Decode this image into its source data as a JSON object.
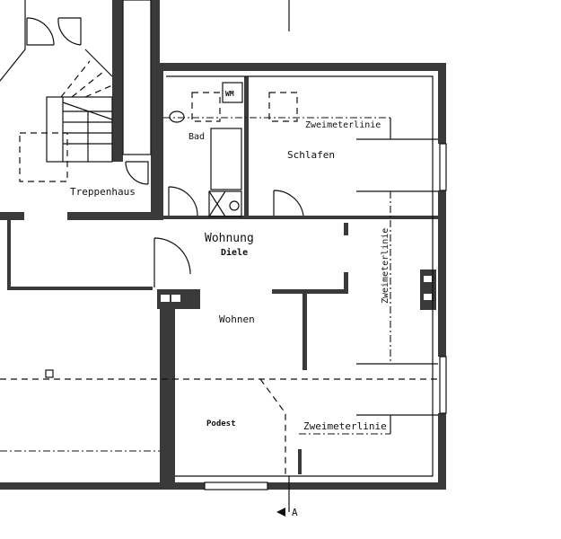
{
  "plan": {
    "rooms": {
      "stairwell": "Treppenhaus",
      "bath": "Bad",
      "washer": "WM",
      "bedroom": "Schlafen",
      "apartment": "Wohnung",
      "hall": "Diele",
      "living": "Wohnen",
      "landing": "Podest"
    },
    "annotations": {
      "two_meter_line_top": "Zweimeterlinie",
      "two_meter_line_vertical": "Zweimeterlinie",
      "two_meter_line_bottom": "Zweimeterlinie"
    },
    "section_marker": "A"
  }
}
